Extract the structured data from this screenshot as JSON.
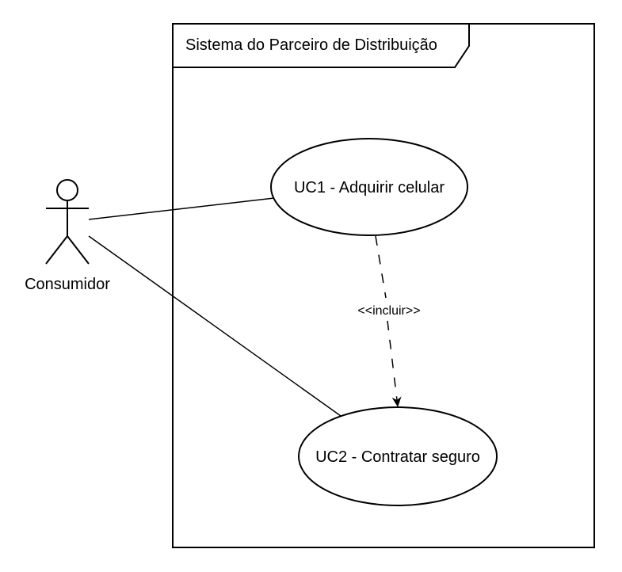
{
  "diagram": {
    "system": {
      "title": "Sistema do Parceiro de Distribuição"
    },
    "actor": {
      "name": "Consumidor"
    },
    "use_cases": [
      {
        "label": "UC1 - Adquirir celular"
      },
      {
        "label": "UC2 - Contratar seguro"
      }
    ],
    "include_relation": {
      "label": "<<incluir>>"
    }
  },
  "colors": {
    "stroke": "#000000",
    "background": "#ffffff"
  }
}
